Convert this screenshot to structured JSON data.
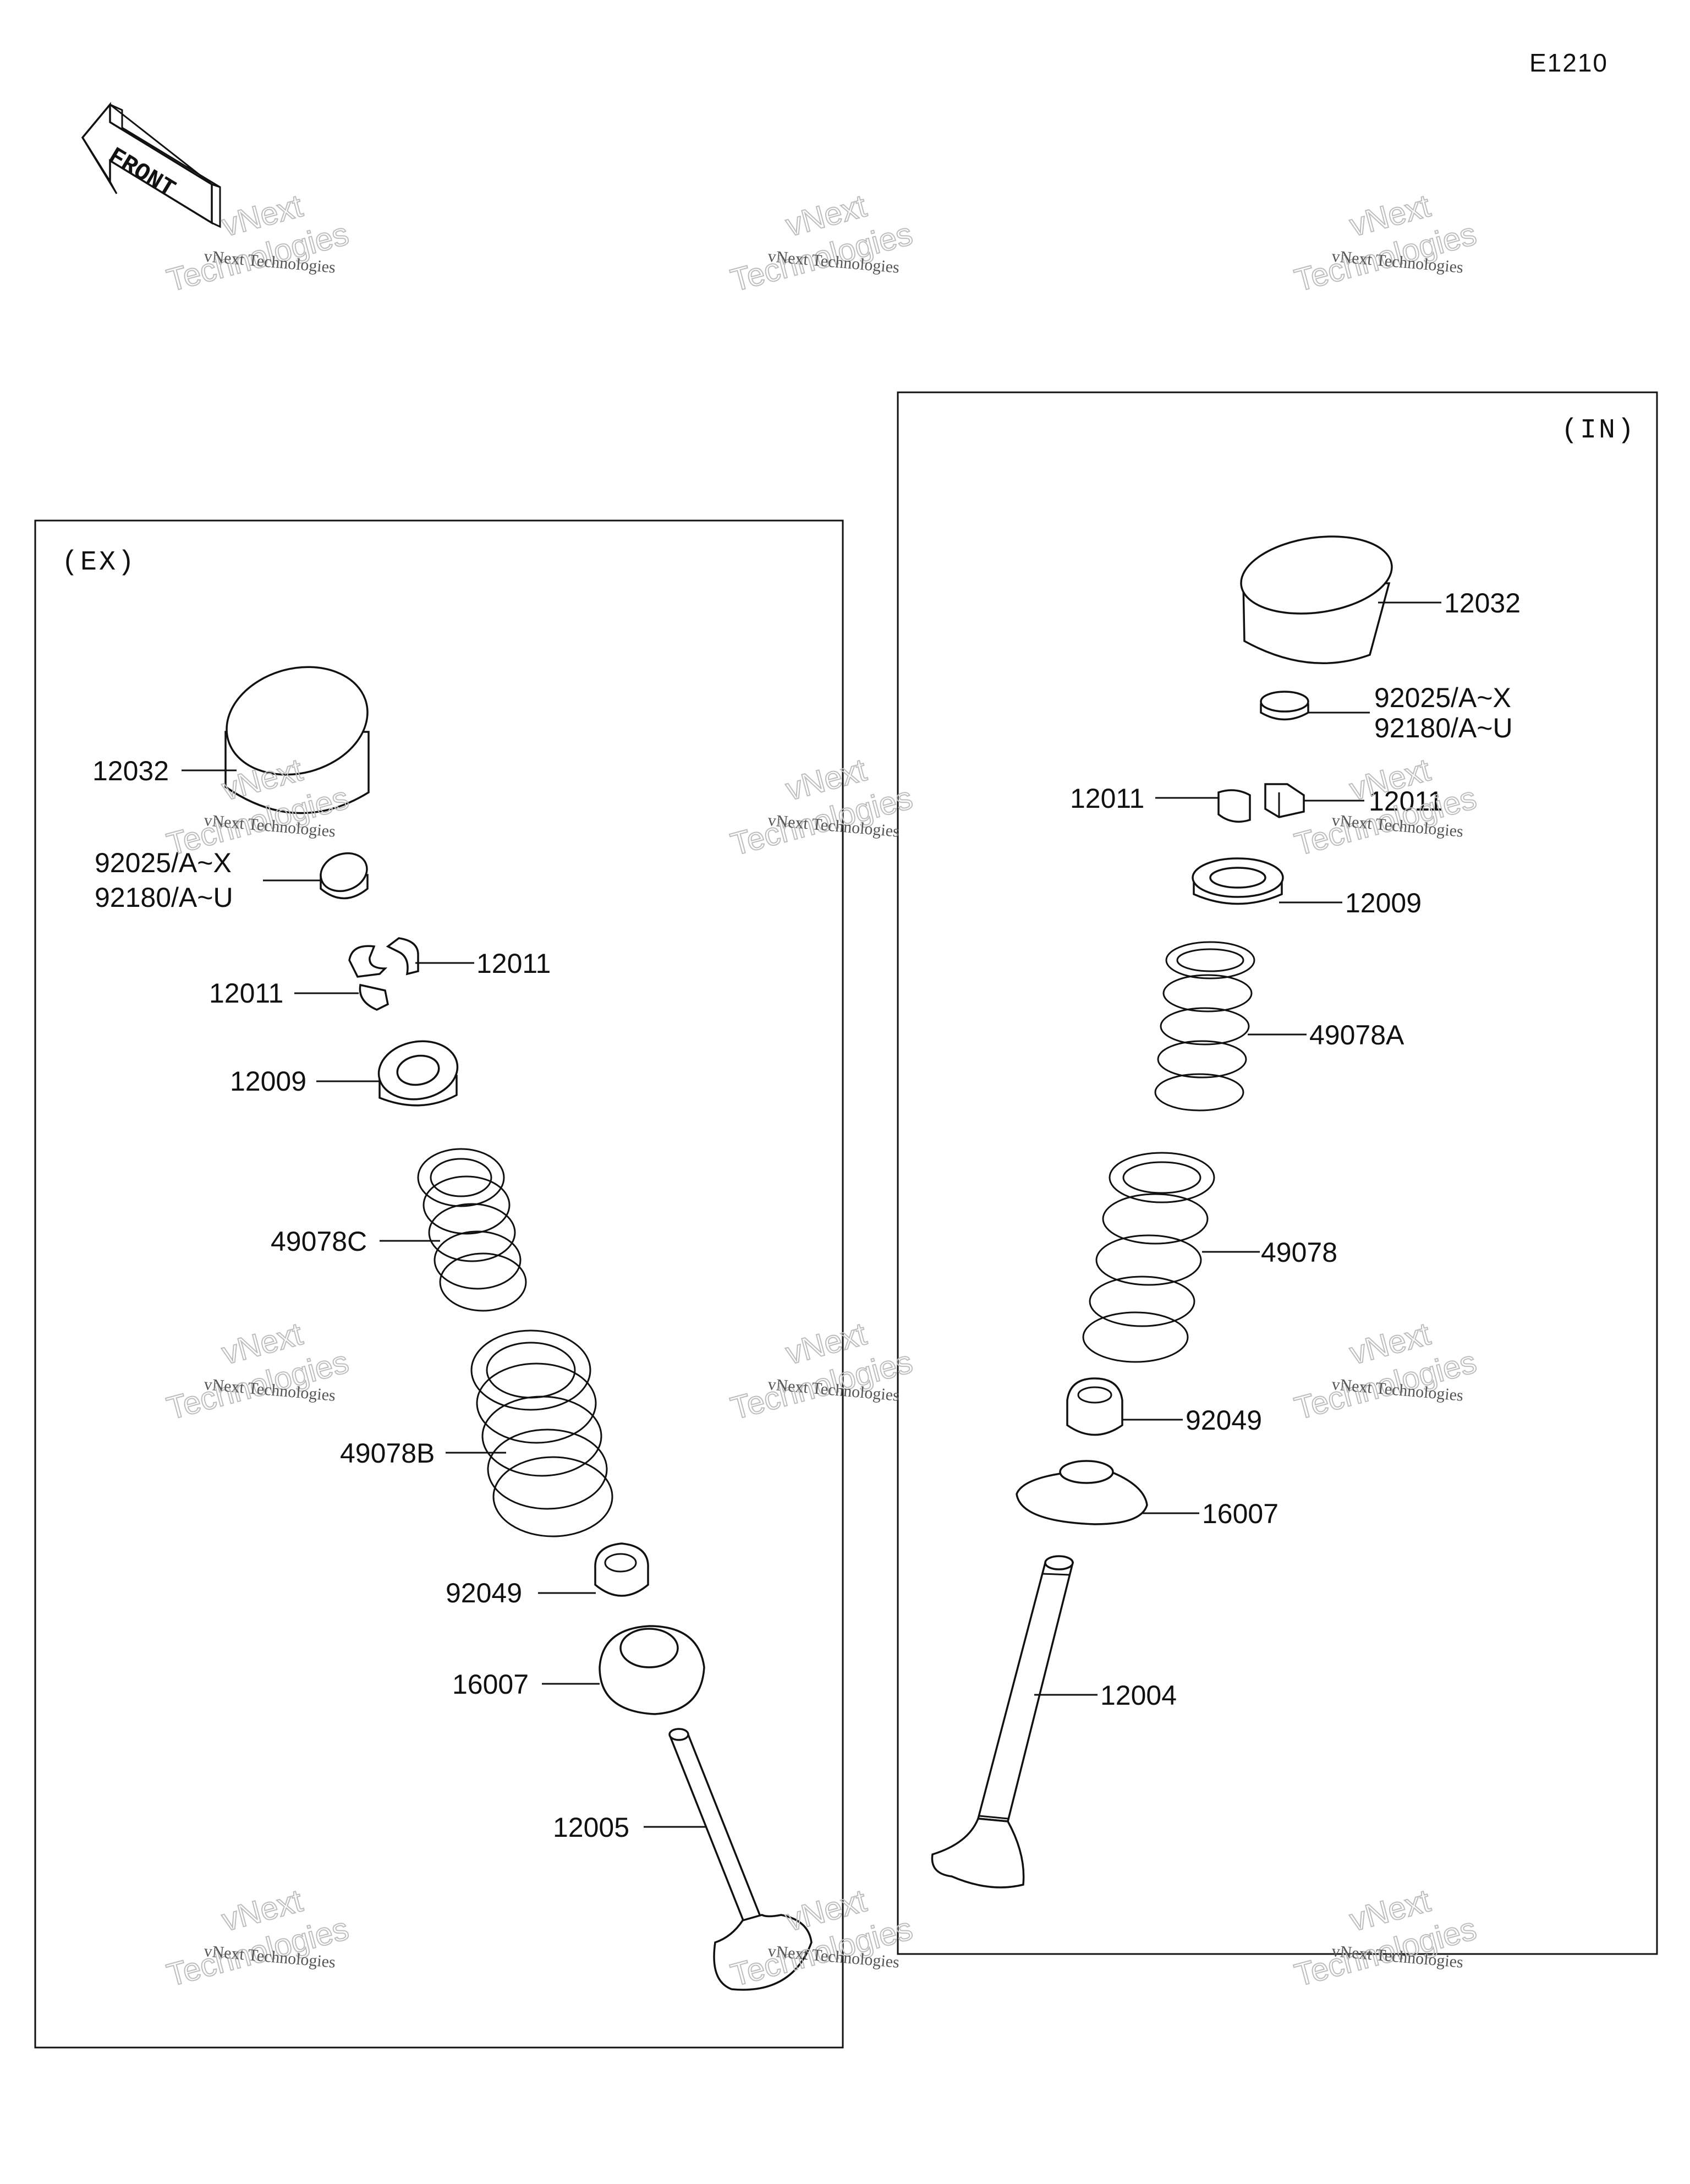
{
  "diagram_code": "E1210",
  "front_label": "FRONT",
  "watermark": {
    "line1": "vNext Technologies",
    "line2": "vNext",
    "line3": "Technologies"
  },
  "sections": {
    "exhaust": "(EX)",
    "intake": "(IN)"
  },
  "labels": {
    "ex": {
      "tappet": "12032",
      "shim_a": "92025/A~X",
      "shim_b": "92180/A~U",
      "cotter_right": "12011",
      "cotter_left": "12011",
      "retainer": "12009",
      "spring_inner": "49078C",
      "spring_outer": "49078B",
      "stem_seal": "92049",
      "spring_seat": "16007",
      "valve": "12005"
    },
    "in": {
      "tappet": "12032",
      "shim_a": "92025/A~X",
      "shim_b": "92180/A~U",
      "cotter_left": "12011",
      "cotter_right": "12011",
      "retainer": "12009",
      "spring_inner": "49078A",
      "spring_outer": "49078",
      "stem_seal": "92049",
      "spring_seat": "16007",
      "valve": "12004"
    }
  }
}
